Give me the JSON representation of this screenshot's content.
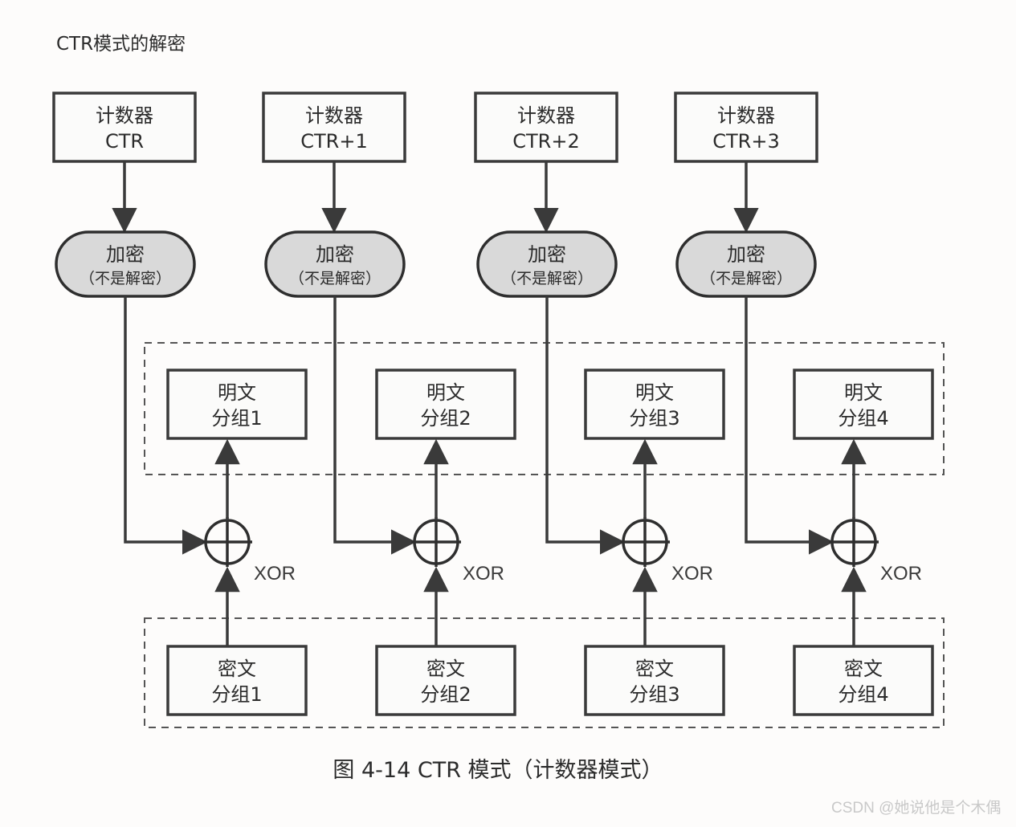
{
  "page": {
    "title": "CTR模式的解密",
    "caption": "图 4-14   CTR 模式（计数器模式）",
    "watermark": "CSDN @她说他是个木偶",
    "background_color": "#fdfcfb",
    "line_color": "#3a3a3a",
    "oval_fill_color": "#d9d9d9",
    "box_fill_color": "#fbfbfa",
    "dashed_border_color": "#555555"
  },
  "labels": {
    "counter_cjk": "计数器",
    "encrypt_main": "加密",
    "encrypt_sub": "（不是解密）",
    "plaintext_cjk": "明文",
    "ciphertext_cjk": "密文",
    "xor": "XOR"
  },
  "columns": [
    {
      "index": 1,
      "counter_label": "计数器",
      "counter_value": "CTR",
      "encrypt_main": "加密",
      "encrypt_sub": "（不是解密）",
      "plaintext_label": "明文",
      "plaintext_value": "分组1",
      "ciphertext_label": "密文",
      "ciphertext_value": "分组1",
      "xor_label": "XOR"
    },
    {
      "index": 2,
      "counter_label": "计数器",
      "counter_value": "CTR+1",
      "encrypt_main": "加密",
      "encrypt_sub": "（不是解密）",
      "plaintext_label": "明文",
      "plaintext_value": "分组2",
      "ciphertext_label": "密文",
      "ciphertext_value": "分组2",
      "xor_label": "XOR"
    },
    {
      "index": 3,
      "counter_label": "计数器",
      "counter_value": "CTR+2",
      "encrypt_main": "加密",
      "encrypt_sub": "（不是解密）",
      "plaintext_label": "明文",
      "plaintext_value": "分组3",
      "ciphertext_label": "密文",
      "ciphertext_value": "分组3",
      "xor_label": "XOR"
    },
    {
      "index": 4,
      "counter_label": "计数器",
      "counter_value": "CTR+3",
      "encrypt_main": "加密",
      "encrypt_sub": "（不是解密）",
      "plaintext_label": "明文",
      "plaintext_value": "分组4",
      "ciphertext_label": "密文",
      "ciphertext_value": "分组4",
      "xor_label": "XOR"
    }
  ],
  "groups": {
    "plaintext_group_note": "明文分组 (dashed enclosure)",
    "ciphertext_group_note": "密文分组 (dashed enclosure)"
  }
}
